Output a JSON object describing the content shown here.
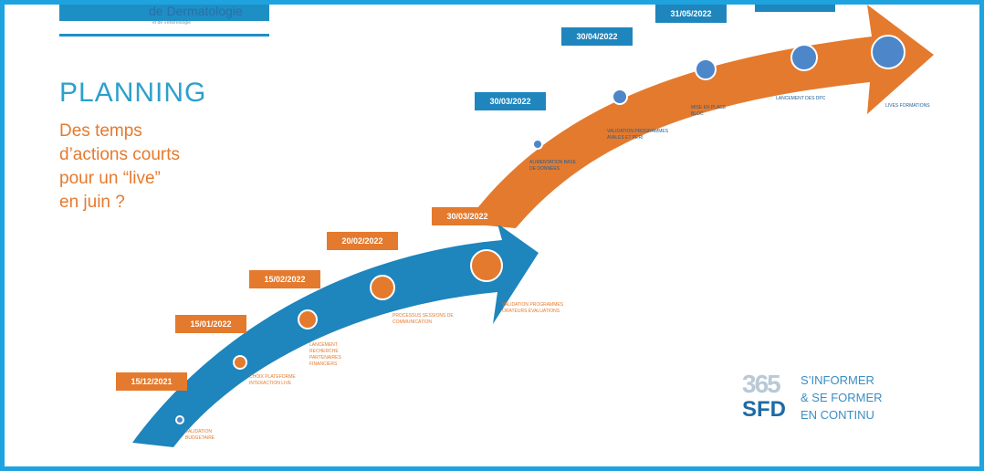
{
  "header": {
    "logo_text": "de Dermatologie",
    "logo_subtext": "et de Vénéréologie"
  },
  "title": "PLANNING",
  "subtitle_lines": [
    "Des temps",
    "d’actions courts",
    "pour un “live”",
    "en juin ?"
  ],
  "milestones": [
    {
      "date": "15/12/2021",
      "label": "VALIDATION BUDGETAIRE",
      "color": "orange"
    },
    {
      "date": "15/01/2022",
      "label": "CHOIX PLATEFORME INTERACTION LIVE",
      "color": "orange"
    },
    {
      "date": "15/02/2022",
      "label": "LANCEMENT RECHERCHE PARTENAIRES FINANCIERS",
      "color": "orange"
    },
    {
      "date": "20/02/2022",
      "label": "PROCESSUS SESSIONS DE COMMUNICATION",
      "color": "orange"
    },
    {
      "date": "30/03/2022",
      "label": "VALIDATION PROGRAMMES ORATEURS ÉVALUATIONS",
      "color": "orange"
    },
    {
      "date": "30/03/2022",
      "label": "ALIMENTATION BASE DE DONNÉES",
      "color": "blue"
    },
    {
      "date": "30/04/2022",
      "label": "VALIDATION PROGRAMMES AVALES ET PÉRI",
      "color": "blue"
    },
    {
      "date": "31/05/2022",
      "label": "MISE EN PLACE BLOC",
      "color": "blue"
    },
    {
      "date": "",
      "label": "LANCEMENT DES DPC",
      "color": "blue"
    },
    {
      "date": "",
      "label": "LIVES FORMATIONS",
      "color": "blue"
    }
  ],
  "brand": {
    "number": "365",
    "name": "SFD",
    "tagline_lines": [
      "S’INFORMER",
      "& SE FORMER",
      "EN CONTINU"
    ]
  },
  "colors": {
    "frame": "#1fa3df",
    "orange": "#e47a2e",
    "blue": "#1e85bd",
    "dot_fill": "#4d86c9"
  }
}
